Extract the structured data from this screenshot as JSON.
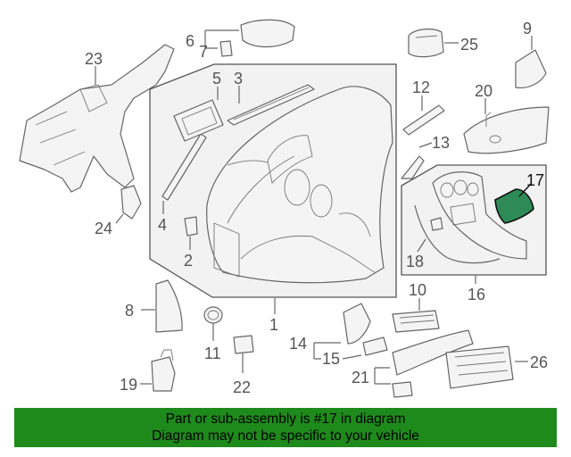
{
  "diagram": {
    "highlight_part": "17",
    "highlight_color": "#2e8b57",
    "labels": {
      "p1": "1",
      "p2": "2",
      "p3": "3",
      "p4": "4",
      "p5": "5",
      "p6": "6",
      "p7": "7",
      "p8": "8",
      "p9": "9",
      "p10": "10",
      "p11": "11",
      "p12": "12",
      "p13": "13",
      "p14": "14",
      "p15": "15",
      "p16": "16",
      "p17": "17",
      "p18": "18",
      "p19": "19",
      "p20": "20",
      "p21": "21",
      "p22": "22",
      "p23": "23",
      "p24": "24",
      "p25": "25",
      "p26": "26"
    }
  },
  "banner": {
    "line1": "Part or sub-assembly is #17 in diagram",
    "line2": "Diagram may not be specific to your vehicle",
    "background": "#1e8a1b"
  }
}
